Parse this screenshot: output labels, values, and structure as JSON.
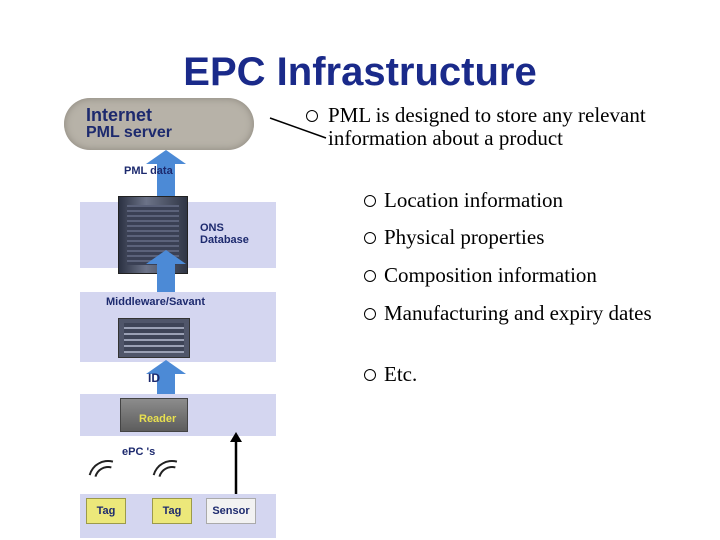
{
  "title": "EPC Infrastructure",
  "diagram": {
    "cloud_line1": "Internet",
    "cloud_line2": "PML server",
    "pml_data": "PML data",
    "ons_line1": "ONS",
    "ons_line2": "Database",
    "middleware": "Middleware/Savant",
    "id": "ID",
    "reader": "Reader",
    "epcs": "ePC 's",
    "tag1": "Tag",
    "tag2": "Tag",
    "sensor": "Sensor"
  },
  "main_bullet": "PML is designed to store any relevant information about a product",
  "sub_bullets": [
    "Location information",
    "Physical properties",
    "Composition information",
    "Manufacturing and expiry dates",
    "Etc."
  ],
  "colors": {
    "title": "#1a2a8a",
    "band": "#d4d6f0",
    "arrow": "#4c8ad6"
  }
}
